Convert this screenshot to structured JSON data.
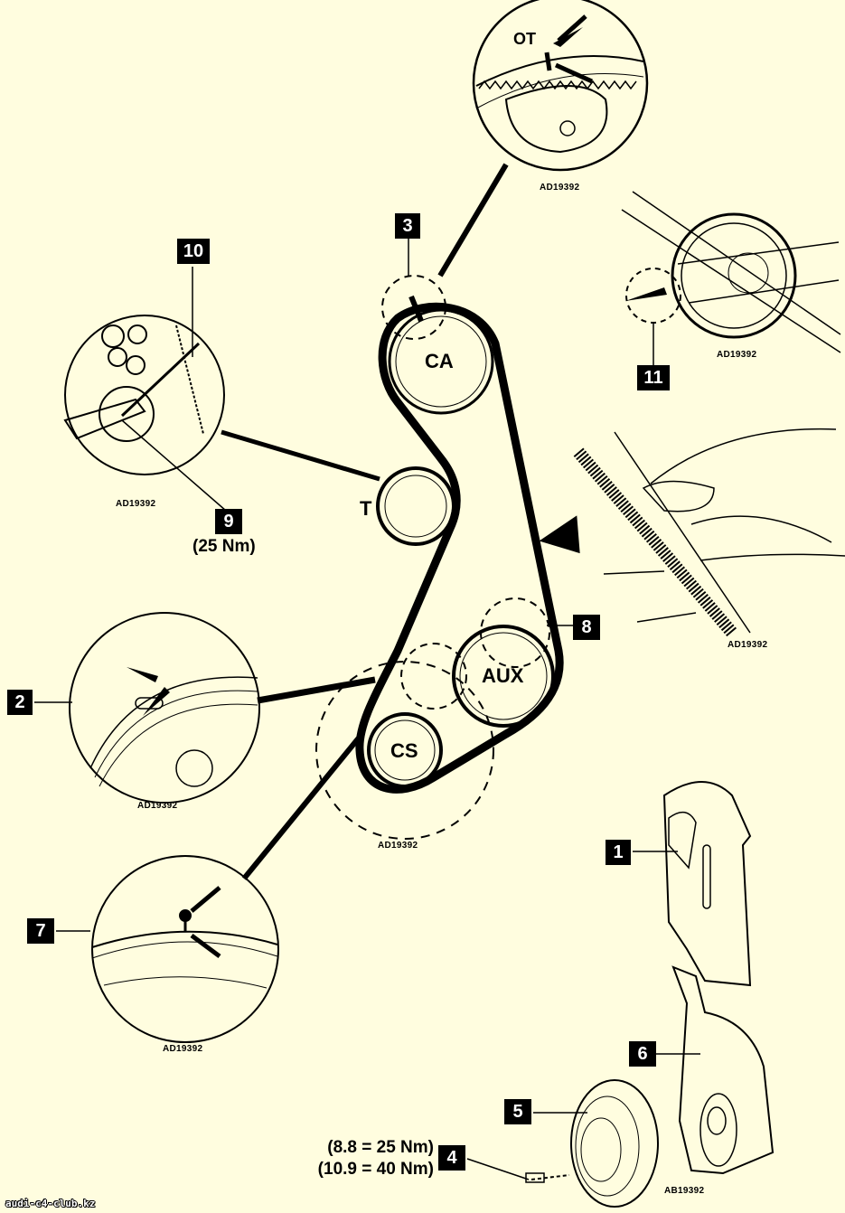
{
  "diagram": {
    "title": "Timing belt layout",
    "pulleys": [
      {
        "id": "camshaft",
        "label": "CA"
      },
      {
        "id": "tensioner",
        "label": "T"
      },
      {
        "id": "auxiliary",
        "label": "AUX"
      },
      {
        "id": "crankshaft",
        "label": "CS"
      }
    ],
    "callouts": [
      {
        "number": "1"
      },
      {
        "number": "2"
      },
      {
        "number": "3"
      },
      {
        "number": "4"
      },
      {
        "number": "5"
      },
      {
        "number": "6"
      },
      {
        "number": "7"
      },
      {
        "number": "8"
      },
      {
        "number": "9"
      },
      {
        "number": "10"
      },
      {
        "number": "11"
      }
    ],
    "torque_specs": {
      "callout_9": "(25 Nm)",
      "callout_4_line1": "(8.8 = 25 Nm)",
      "callout_4_line2": "(10.9 = 40 Nm)"
    },
    "detail_views": {
      "camshaft_mark_label": "OT",
      "ref_codes": {
        "camshaft_detail": "AD19392",
        "tensioner_detail": "AD19392",
        "pointer_detail": "AD19392",
        "belt_hand_detail": "AD19392",
        "crank_pulley_detail": "AD19392",
        "main_layout": "AD19392",
        "flywheel_detail": "AD19392",
        "exploded_parts": "AB19392"
      }
    },
    "watermark": "audi-c4-club.kz",
    "colors": {
      "background": "#fffddf",
      "ink": "#000000",
      "label_text": "#ffffff"
    }
  }
}
